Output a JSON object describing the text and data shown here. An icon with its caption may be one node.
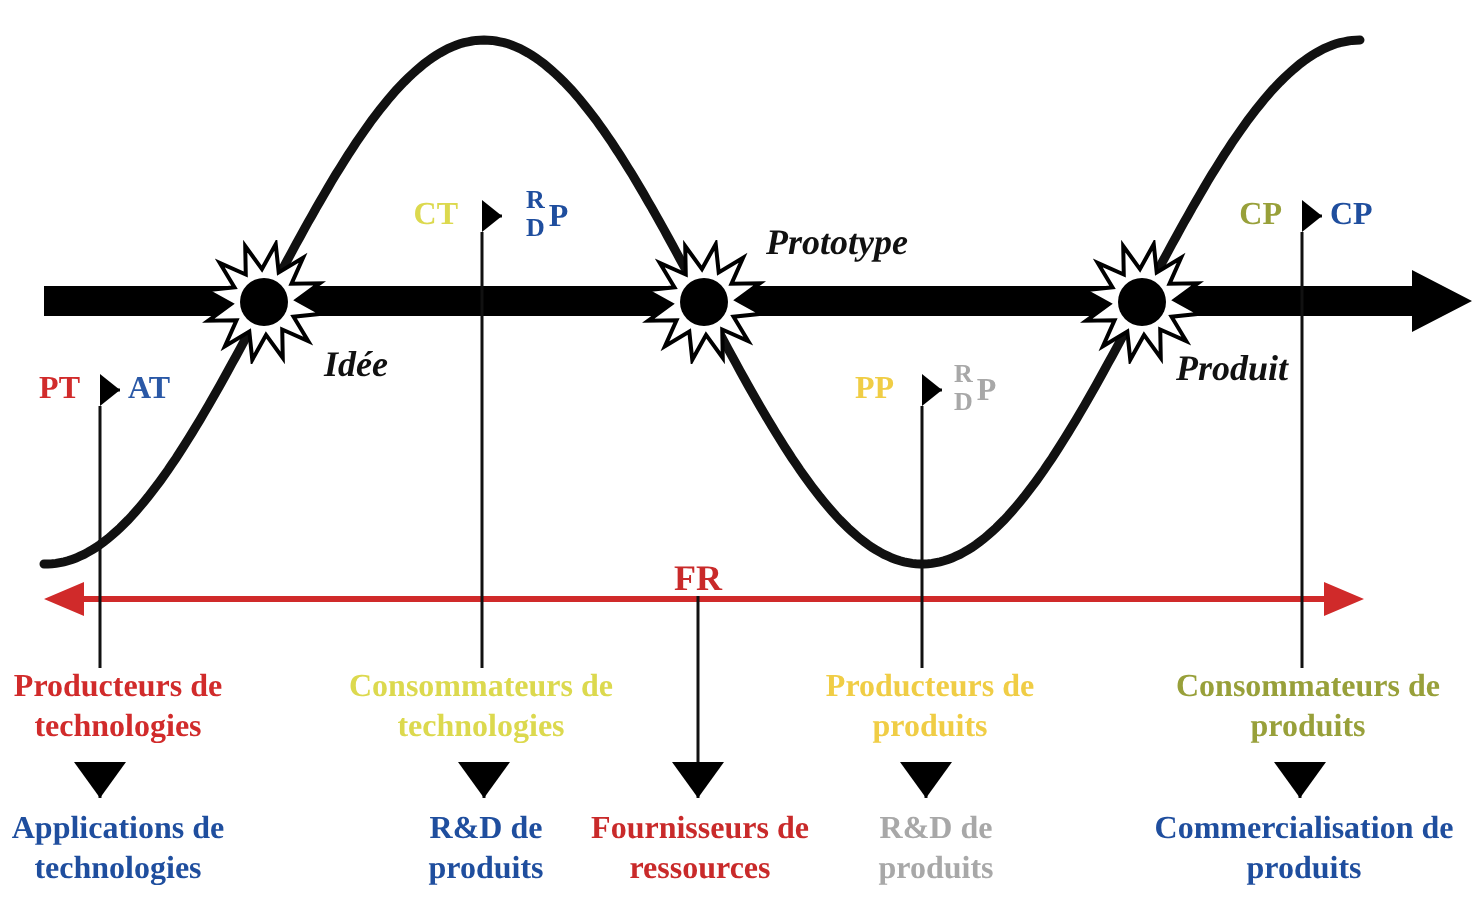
{
  "diagram": {
    "nodes": [
      {
        "text": [
          "CT"
        ]
      },
      {
        "text": [
          "$^{R}$$_{D}$P"
        ]
      },
      {
        "text": [
          "CP"
        ]
      },
      {
        "text": [
          "CP"
        ]
      },
      {
        "text": [],
        "shape": "star",
        "beside": [
          "Idée"
        ]
      },
      {
        "text": [],
        "shape": "star",
        "beside": [
          "Prototype"
        ]
      },
      {
        "text": [],
        "shape": "star",
        "beside": [
          "Produit"
        ]
      },
      {
        "text": [
          "PT"
        ]
      },
      {
        "text": [
          "AT"
        ]
      },
      {
        "text": [
          "PP"
        ]
      },
      {
        "text": [
          "$^{R}$$_{D}$P"
        ]
      },
      {
        "text": [
          "FR"
        ]
      },
      {
        "text": [
          "Producteurs de technologies"
        ]
      },
      {
        "text": [
          "Consommateurs de technologies"
        ]
      },
      {
        "text": [
          "Producteurs de produits"
        ]
      },
      {
        "text": [
          "Consommateurs de produits"
        ]
      },
      {
        "text": [
          "Applications de technologies"
        ]
      },
      {
        "text": [
          "R&D de produits"
        ]
      },
      {
        "text": [
          "Fournisseurs de ressources"
        ]
      },
      {
        "text": [
          "R&D de produits"
        ]
      },
      {
        "text": [
          "Commercialisation de produits"
        ]
      }
    ],
    "edges": [
      {
        "from": 0,
        "to": 1,
        "arrow": "to"
      },
      {
        "from": 2,
        "to": 3,
        "arrow": "to"
      },
      {
        "from": 7,
        "to": 8,
        "arrow": "to"
      },
      {
        "from": 9,
        "to": 10,
        "arrow": "to"
      },
      {
        "from": 0,
        "to": 13,
        "arrow": "none"
      },
      {
        "from": 2,
        "to": 15,
        "arrow": "none"
      },
      {
        "from": 7,
        "to": 12,
        "arrow": "none"
      },
      {
        "from": 9,
        "to": 14,
        "arrow": "none"
      },
      {
        "from": 11,
        "to": 18,
        "arrow": "to"
      },
      {
        "from": 12,
        "to": 16,
        "arrow": "to"
      },
      {
        "from": 13,
        "to": 17,
        "arrow": "to"
      },
      {
        "from": 14,
        "to": 19,
        "arrow": "to"
      },
      {
        "from": 15,
        "to": 20,
        "arrow": "to"
      }
    ]
  }
}
